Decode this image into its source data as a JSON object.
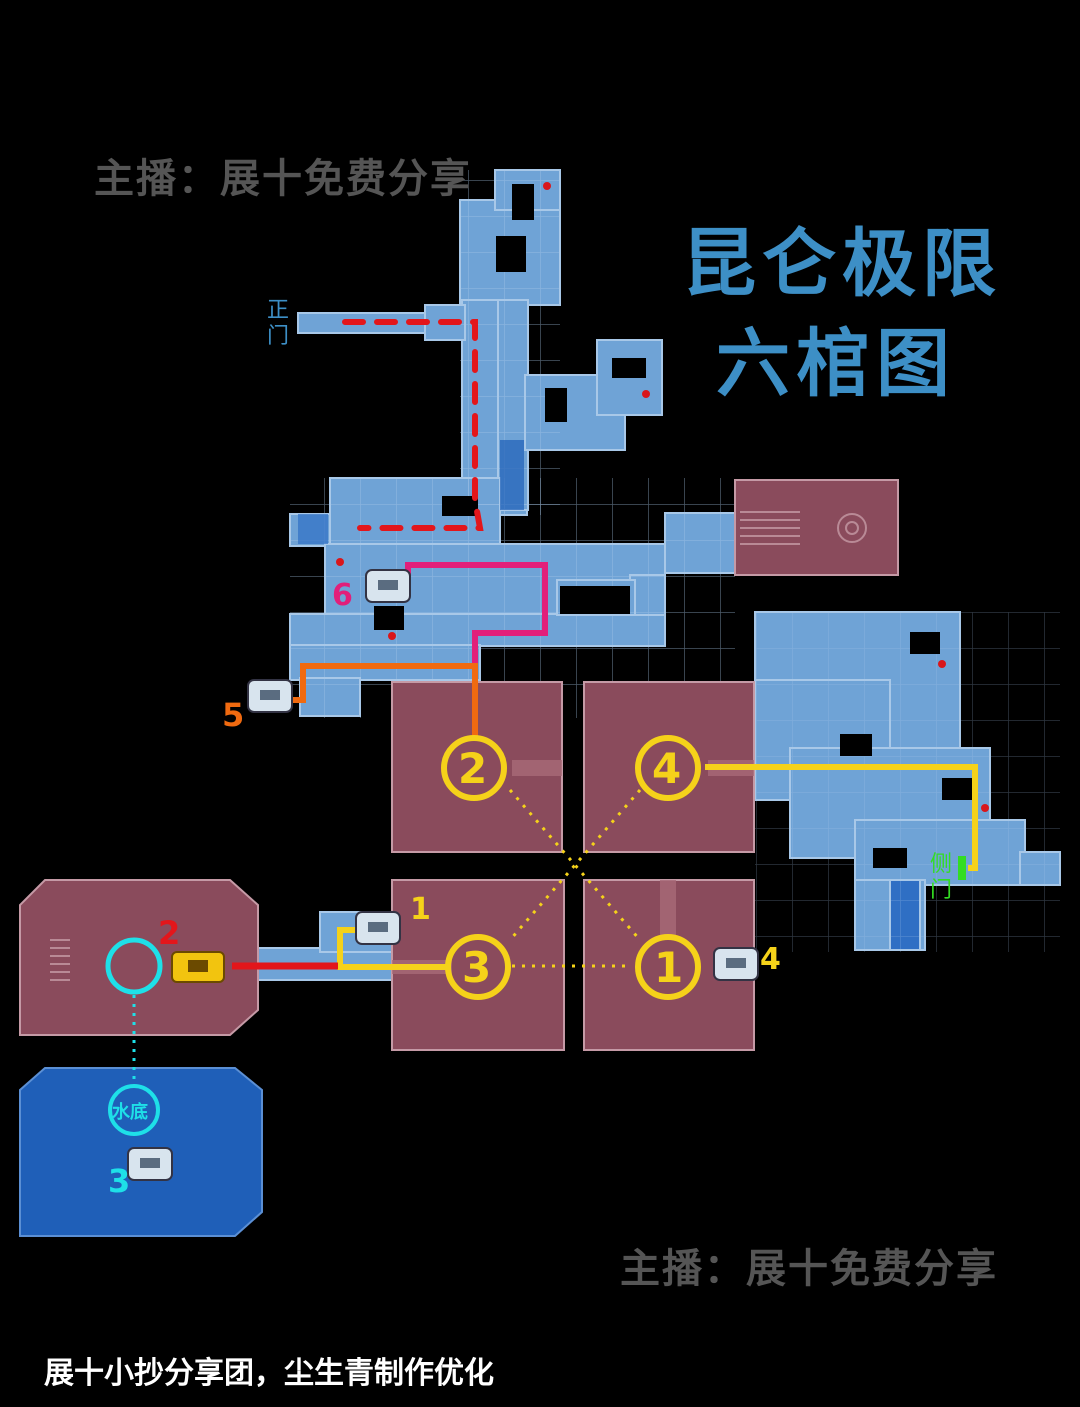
{
  "watermark_top": "主播：展十免费分享",
  "watermark_bottom": "主播：展十免费分享",
  "title_line1": "昆仑极限",
  "title_line2": "六棺图",
  "door_main": "正门",
  "door_side": "侧门",
  "water_label": "水底",
  "footer": "展十小抄分享团，尘生青制作优化",
  "coffin_numbers": {
    "c1": "1",
    "c2": "2",
    "c3": "3",
    "c4": "4"
  },
  "chest_numbers": {
    "n1": "1",
    "n2": "2",
    "n3": "3",
    "n4": "4",
    "n5": "5",
    "n6": "6"
  },
  "colors": {
    "room_blue": "#6fa3d6",
    "room_red": "#8a4b5c",
    "water": "#1f5fb8",
    "yellow": "#f5d21a",
    "magenta": "#e21f7a",
    "orange": "#f06a10",
    "red": "#e3161b",
    "cyan": "#1ee0e8",
    "green": "#33dd22",
    "title": "#3d8fc6"
  }
}
